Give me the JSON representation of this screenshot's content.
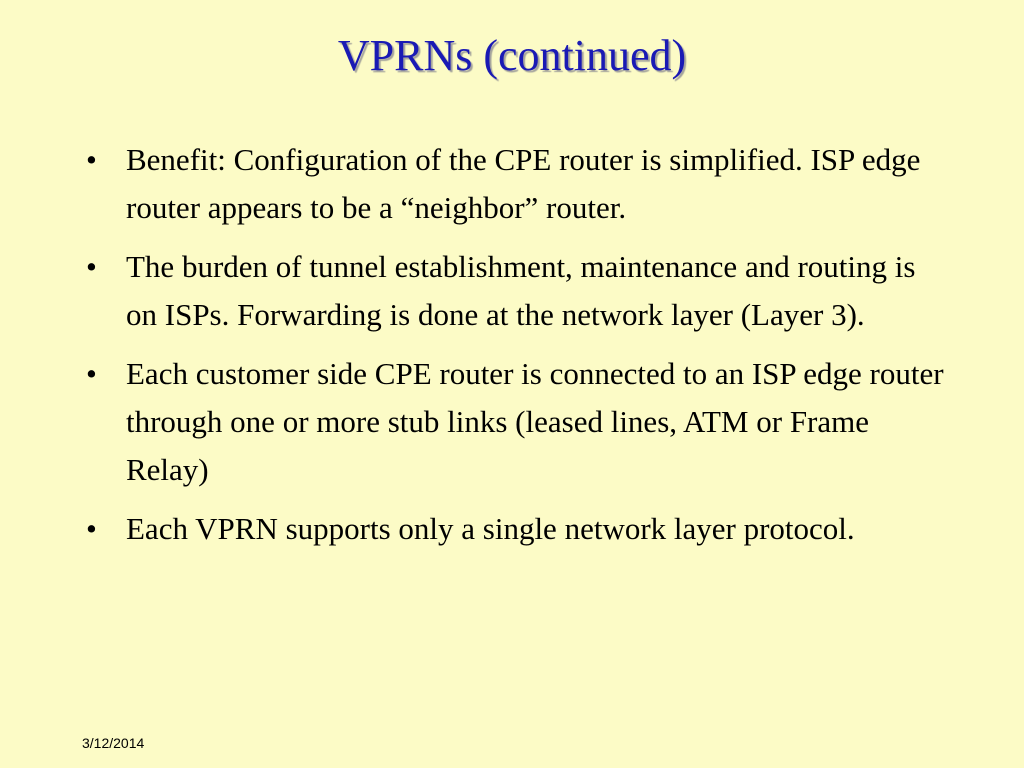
{
  "slide": {
    "title": "VPRNs (continued)",
    "bullets": [
      "Benefit: Configuration of the CPE router is simplified. ISP edge router appears to be a “neighbor” router.",
      "The burden of tunnel establishment, maintenance and routing is on ISPs. Forwarding is done at the network layer (Layer 3).",
      "Each customer side CPE router is connected to an ISP edge router through one or more stub links (leased lines, ATM or Frame Relay)",
      "Each VPRN supports only a single network layer protocol."
    ],
    "bullet_symbol": "•",
    "footer_date": "3/12/2014"
  },
  "colors": {
    "background": "#fcfbc6",
    "title": "#1a1ab4",
    "body_text": "#000000"
  }
}
